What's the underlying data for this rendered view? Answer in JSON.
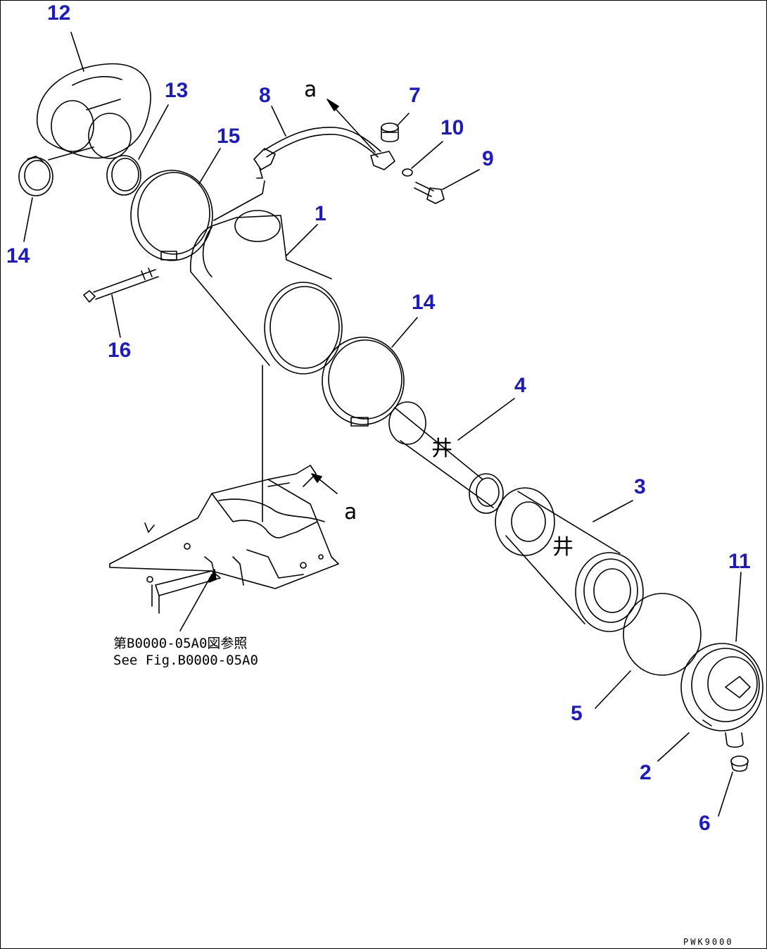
{
  "colors": {
    "callout": "#1a1acc",
    "line": "#000000",
    "background": "#ffffff"
  },
  "callouts": [
    {
      "id": "c12",
      "label": "12"
    },
    {
      "id": "c13",
      "label": "13"
    },
    {
      "id": "c8",
      "label": "8"
    },
    {
      "id": "c7",
      "label": "7"
    },
    {
      "id": "c10",
      "label": "10"
    },
    {
      "id": "c9",
      "label": "9"
    },
    {
      "id": "c15",
      "label": "15"
    },
    {
      "id": "c14a",
      "label": "14"
    },
    {
      "id": "c1",
      "label": "1"
    },
    {
      "id": "c16",
      "label": "16"
    },
    {
      "id": "c14b",
      "label": "14"
    },
    {
      "id": "c4",
      "label": "4"
    },
    {
      "id": "c3",
      "label": "3"
    },
    {
      "id": "c11",
      "label": "11"
    },
    {
      "id": "c5",
      "label": "5"
    },
    {
      "id": "c2",
      "label": "2"
    },
    {
      "id": "c6",
      "label": "6"
    }
  ],
  "reference_letters": {
    "top": "a",
    "bottom": "a"
  },
  "filter_mark": "井",
  "note": {
    "jp": "第B0000-05A0図参照",
    "en": "See Fig.B0000-05A0"
  },
  "drawing_code": "PWK9000"
}
